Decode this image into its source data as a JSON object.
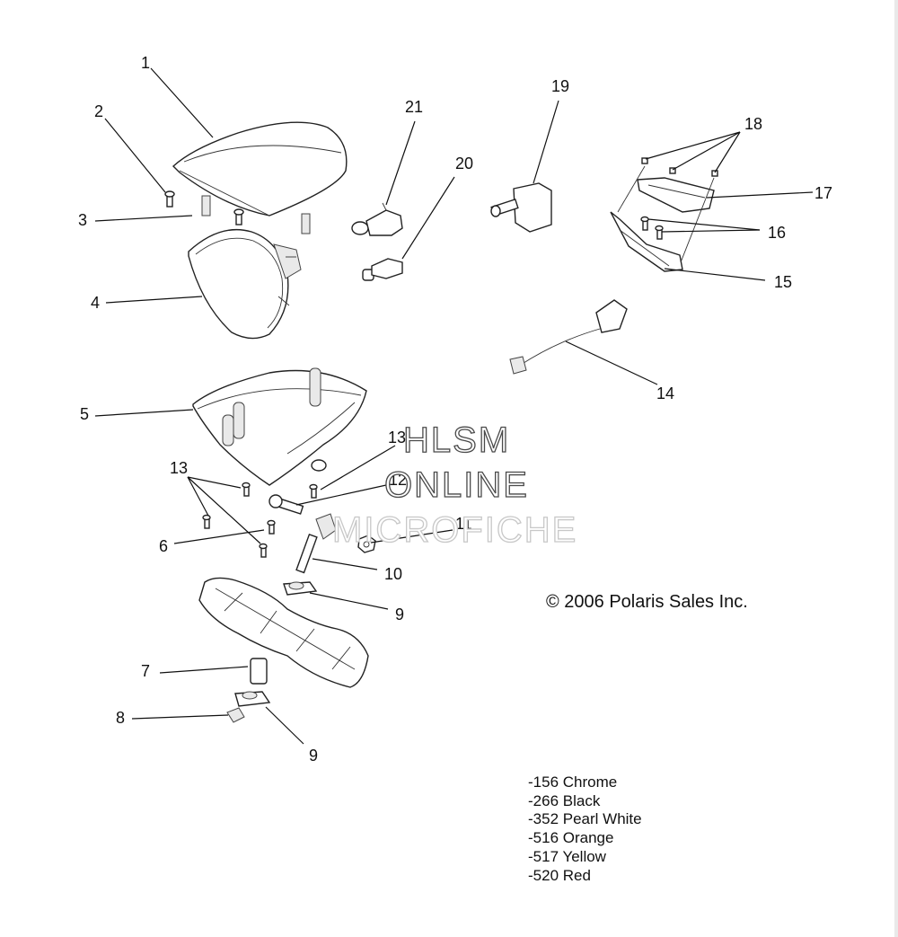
{
  "callouts": [
    "1",
    "2",
    "3",
    "4",
    "5",
    "6",
    "7",
    "8",
    "9",
    "9",
    "10",
    "11",
    "12",
    "13",
    "13",
    "14",
    "15",
    "16",
    "17",
    "18",
    "19",
    "20",
    "21"
  ],
  "watermark": {
    "line1": "HLSM",
    "line2": "ONLINE",
    "line3": "MICROFICHE"
  },
  "copyright": "© 2006 Polaris Sales Inc.",
  "color_codes": [
    "-156 Chrome",
    "-266 Black",
    "-352 Pearl White",
    "-516 Orange",
    "-517 Yellow",
    "-520 Red"
  ]
}
